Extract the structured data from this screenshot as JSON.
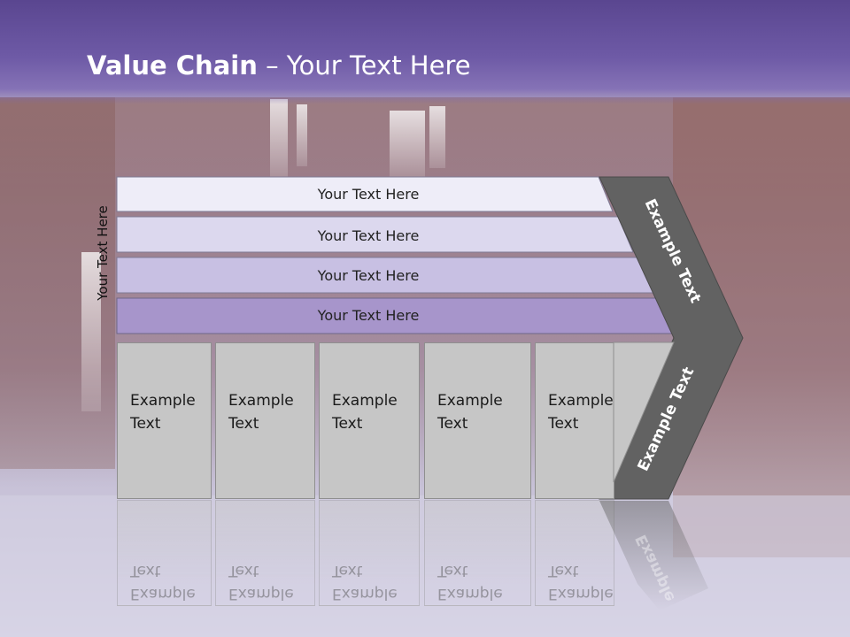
{
  "title": {
    "bold": "Value Chain",
    "rest": " – Your Text Here"
  },
  "side_label": "Your Text Here",
  "bars": [
    {
      "label": "Your Text Here",
      "fill": "#eeedf8"
    },
    {
      "label": "Your Text Here",
      "fill": "#dcd8ee"
    },
    {
      "label": "Your Text Here",
      "fill": "#c8c0e3"
    },
    {
      "label": "Your Text Here",
      "fill": "#a795cb"
    }
  ],
  "boxes": [
    {
      "line1": "Example",
      "line2": "Text"
    },
    {
      "line1": "Example",
      "line2": "Text"
    },
    {
      "line1": "Example",
      "line2": "Text"
    },
    {
      "line1": "Example",
      "line2": "Text"
    },
    {
      "line1": "Example",
      "line2": "Text"
    }
  ],
  "chevron": {
    "top_label": "Example Text",
    "bottom_label": "Example Text",
    "fill": "#626262"
  },
  "colors": {
    "header": "#5f4b98",
    "box": "#c6c6c6"
  }
}
